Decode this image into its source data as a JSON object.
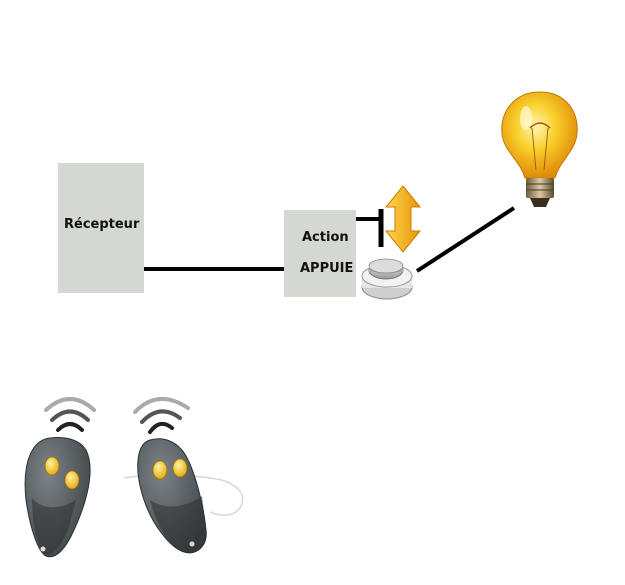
{
  "receiver": {
    "label": "Récepteur"
  },
  "action": {
    "title": "Action",
    "mode": "APPUIE"
  },
  "colors": {
    "box": "#d5d7d2",
    "wire": "#000000",
    "arrow": "#f2a60c",
    "bulb": "#f7c21c",
    "remote_body": "#555b5e",
    "remote_button": "#f0c419"
  },
  "icons": [
    "push-button-icon",
    "up-down-arrow-icon",
    "light-bulb-icon",
    "remote-control-icon",
    "wireless-signal-icon"
  ]
}
